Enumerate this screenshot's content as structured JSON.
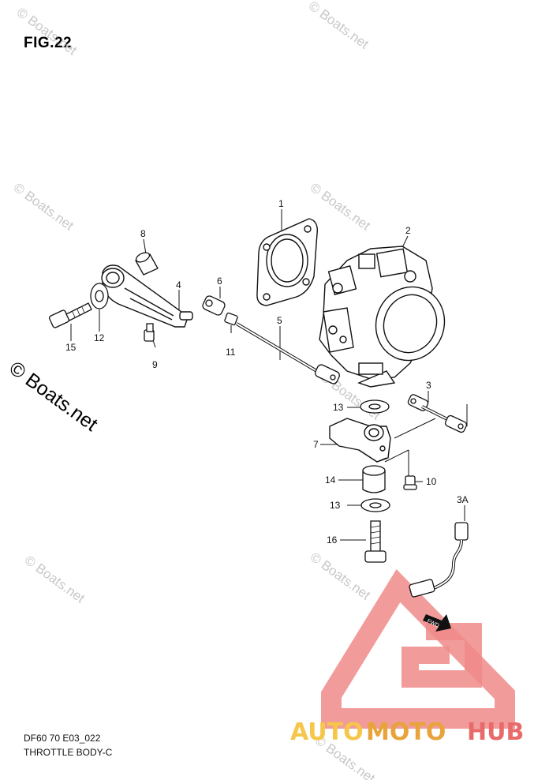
{
  "figure": {
    "title": "FIG.22",
    "code": "DF60 70 E03_022",
    "caption": "THROTTLE BODY-C"
  },
  "watermarks": {
    "small": "© Boats.net",
    "large": "© Boats.net"
  },
  "brand": {
    "part_a": "AUTO",
    "part_b": "MOTO",
    "part_c": "HUB",
    "color_a": "#f5c64a",
    "color_b": "#e8a33a",
    "color_c": "#e86a6a",
    "triangle_color": "#f08a8a"
  },
  "callouts": {
    "c1": "1",
    "c2": "2",
    "c3": "3",
    "c3a": "3A",
    "c4": "4",
    "c5": "5",
    "c6": "6",
    "c7": "7",
    "c8": "8",
    "c9": "9",
    "c10": "10",
    "c11": "11",
    "c12": "12",
    "c13a": "13",
    "c13b": "13",
    "c14": "14",
    "c15": "15",
    "c16": "16"
  },
  "fwd_mark": "FWD"
}
